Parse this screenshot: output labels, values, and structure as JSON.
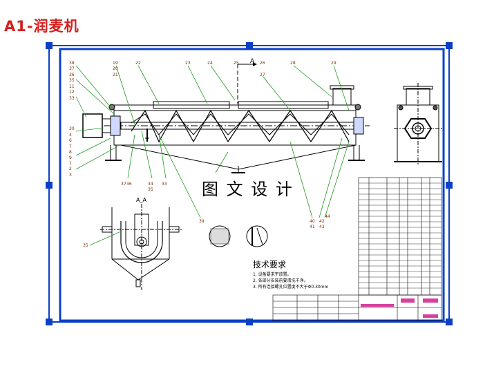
{
  "page": {
    "title": "A1-润麦机"
  },
  "colors": {
    "title": "#d42020",
    "frame": "#0a3fc6",
    "drawing": "#000000",
    "label": "#7a2b00",
    "leader": "#1f9a1f"
  },
  "drawing": {
    "section_mark": "A",
    "section_title": "A_A",
    "watermark": "图 文 设 计",
    "part_numbers_left": [
      "38",
      "37",
      "36",
      "35",
      "11",
      "12",
      "33",
      "30",
      "4",
      "6",
      "7",
      "8",
      "9",
      "1",
      "2",
      "3"
    ],
    "part_numbers_top": [
      "19",
      "20",
      "21",
      "22",
      "23",
      "24",
      "25",
      "26",
      "27",
      "28",
      "29"
    ],
    "part_numbers_bottom": [
      "37",
      "36",
      "34",
      "35",
      "33",
      "39",
      "40",
      "41",
      "42",
      "43",
      "44"
    ],
    "part_number_section": "35",
    "technical_requirements": {
      "heading": "技术要求",
      "items": [
        "1. 设备要求平放置。",
        "2. 各部分安装前要清洗干净。",
        "3. 所有连接螺孔位置度不大于Φ0.30mm"
      ]
    }
  }
}
